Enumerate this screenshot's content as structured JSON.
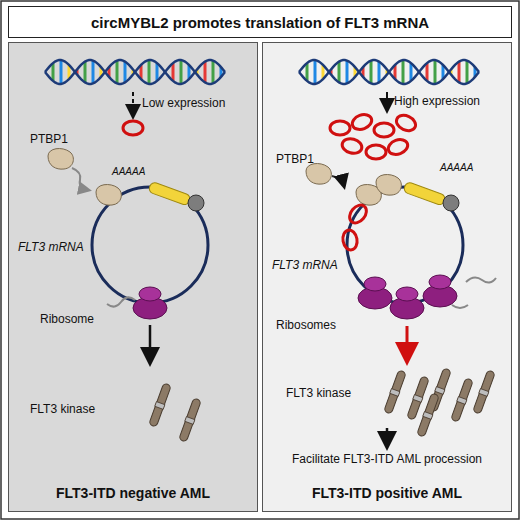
{
  "diagram": {
    "nodes": [
      {
        "text": [
          "circMYBL2 promotes translation of FLT3 mRNA"
        ]
      },
      {
        "text": [
          "FLT3-ITD negative AML"
        ]
      },
      {
        "text": [
          "FLT3-ITD positive AML"
        ]
      }
    ],
    "labels": [
      "Low expression",
      "PTBP1",
      "AAAAA",
      "FLT3 mRNA",
      "Ribosome",
      "FLT3 kinase",
      "High expression",
      "PTBP1",
      "AAAAA",
      "FLT3 mRNA",
      "Ribosomes",
      "FLT3 kinase",
      "Facilitate FLT3-ITD AML procession"
    ]
  }
}
